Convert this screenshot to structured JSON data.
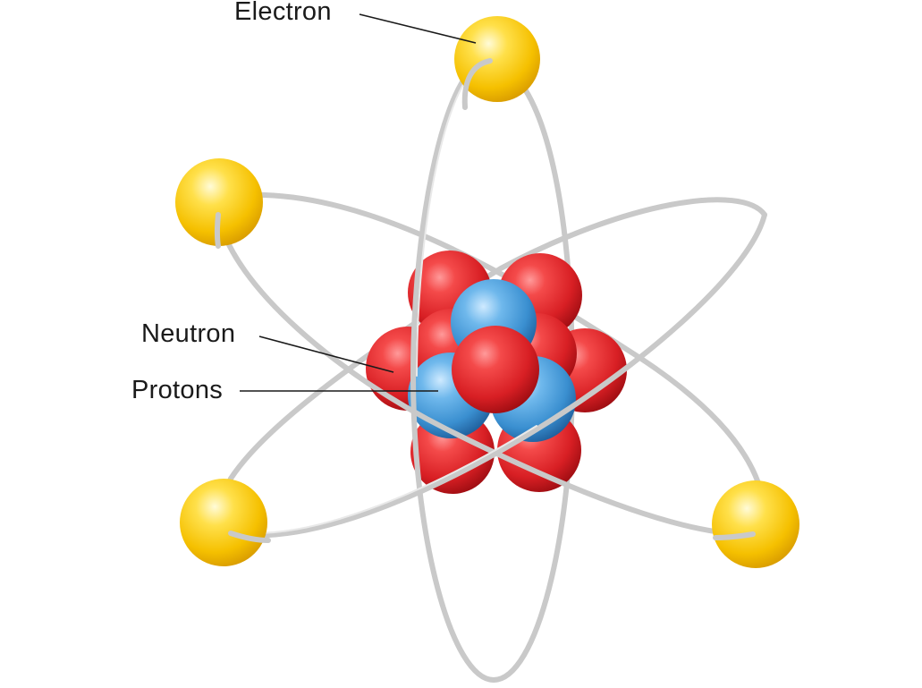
{
  "labels": {
    "electron": "Electron",
    "neutron": "Neutron",
    "protons": "Protons"
  },
  "colors": {
    "proton": "#e8262a",
    "neutron": "#3f96d6",
    "electron": "#f5c400",
    "orbit": "#c9c9c9"
  }
}
